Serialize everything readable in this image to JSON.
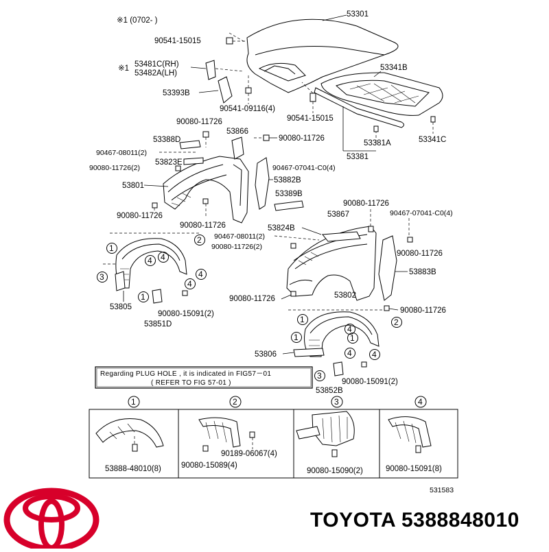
{
  "diagram": {
    "header_note": "※1 (0702-        )",
    "figure_number": "531583",
    "plug_note_line1": "Regarding PLUG HOLE , it is indicated in FIG57－01",
    "plug_note_line2": "( REFER TO FIG 57-01 )",
    "labels": {
      "p53301": "53301",
      "p90541_15015a": "90541-15015",
      "p53481c": "53481C(RH)",
      "p53482a": "53482A(LH)",
      "mark1": "※1",
      "p53393b": "53393B",
      "p90541_09116": "90541-09116(4)",
      "p90541_15015b": "90541-15015",
      "p53341b": "53341B",
      "p53381a": "53381A",
      "p53341c": "53341C",
      "p53381": "53381",
      "p90080_11726a": "90080-11726",
      "p53866": "53866",
      "p90080_11726b": "90080-11726",
      "p53388d": "53388D",
      "p90467_08011a": "90467-08011(2)",
      "p53823e": "53823E",
      "p90080_11726c": "90080-11726(2)",
      "p90467_07041a": "90467-07041-C0(4)",
      "p53882b": "53882B",
      "p53801": "53801",
      "p53389b": "53389B",
      "p90080_11726d": "90080-11726",
      "p90080_11726e": "90080-11726",
      "p90080_11726f": "90080-11726",
      "p90467_07041b": "90467-07041-C0(4)",
      "p53867": "53867",
      "p53824b": "53824B",
      "p90467_08011b": "90467-08011(2)",
      "p90080_11726g": "90080-11726(2)",
      "p90080_11726h": "90080-11726",
      "p53883b": "53883B",
      "p53805": "53805",
      "p90080_15091a": "90080-15091(2)",
      "p53851d": "53851D",
      "p90080_11726i": "90080-11726",
      "p53802": "53802",
      "p90080_11726j": "90080-11726",
      "p53806": "53806",
      "p90080_15091b": "90080-15091(2)",
      "p53852b": "53852B"
    },
    "callouts": [
      "1",
      "2",
      "3",
      "4"
    ],
    "detail_boxes": [
      {
        "num": "1",
        "label": "53888-48010(8)"
      },
      {
        "num": "2",
        "label_a": "90080-15089(4)",
        "label_b": "90189-06067(4)"
      },
      {
        "num": "3",
        "label": "90080-15090(2)"
      },
      {
        "num": "4",
        "label": "90080-15091(8)"
      }
    ]
  },
  "brand": {
    "name": "TOYOTA",
    "part_number": "5388848010",
    "logo_color": "#d7002a"
  }
}
